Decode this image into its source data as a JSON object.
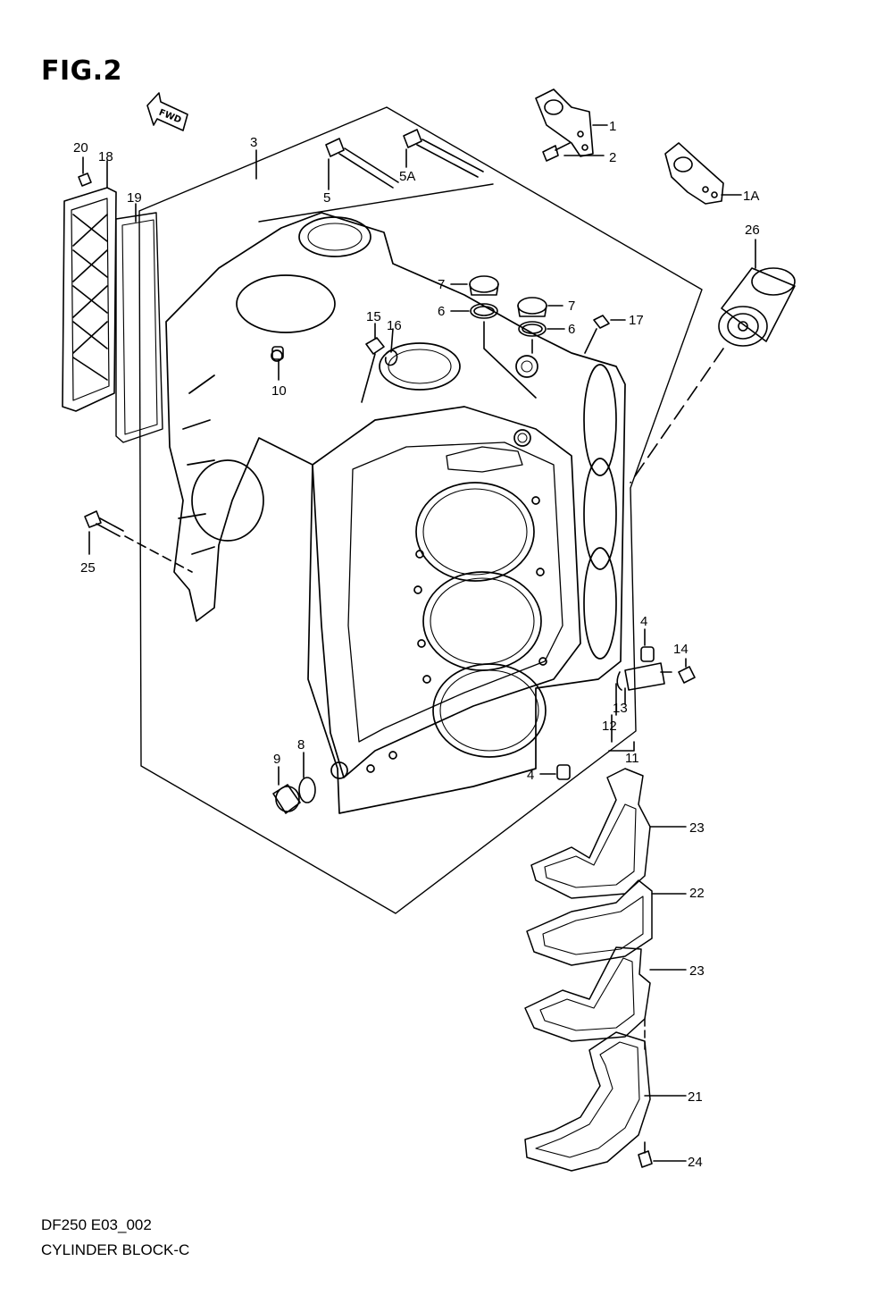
{
  "figure": {
    "title": "FIG.2",
    "model_code": "DF250 E03_002",
    "caption": "CYLINDER BLOCK-C",
    "direction_arrow": "FWD"
  },
  "part_labels": [
    "1",
    "1A",
    "2",
    "3",
    "4",
    "4",
    "5",
    "5A",
    "6",
    "6",
    "7",
    "7",
    "8",
    "9",
    "10",
    "11",
    "12",
    "13",
    "14",
    "15",
    "16",
    "17",
    "18",
    "19",
    "20",
    "21",
    "22",
    "23",
    "23",
    "24",
    "25",
    "26"
  ],
  "colors": {
    "line": "#000000",
    "background": "#ffffff"
  }
}
